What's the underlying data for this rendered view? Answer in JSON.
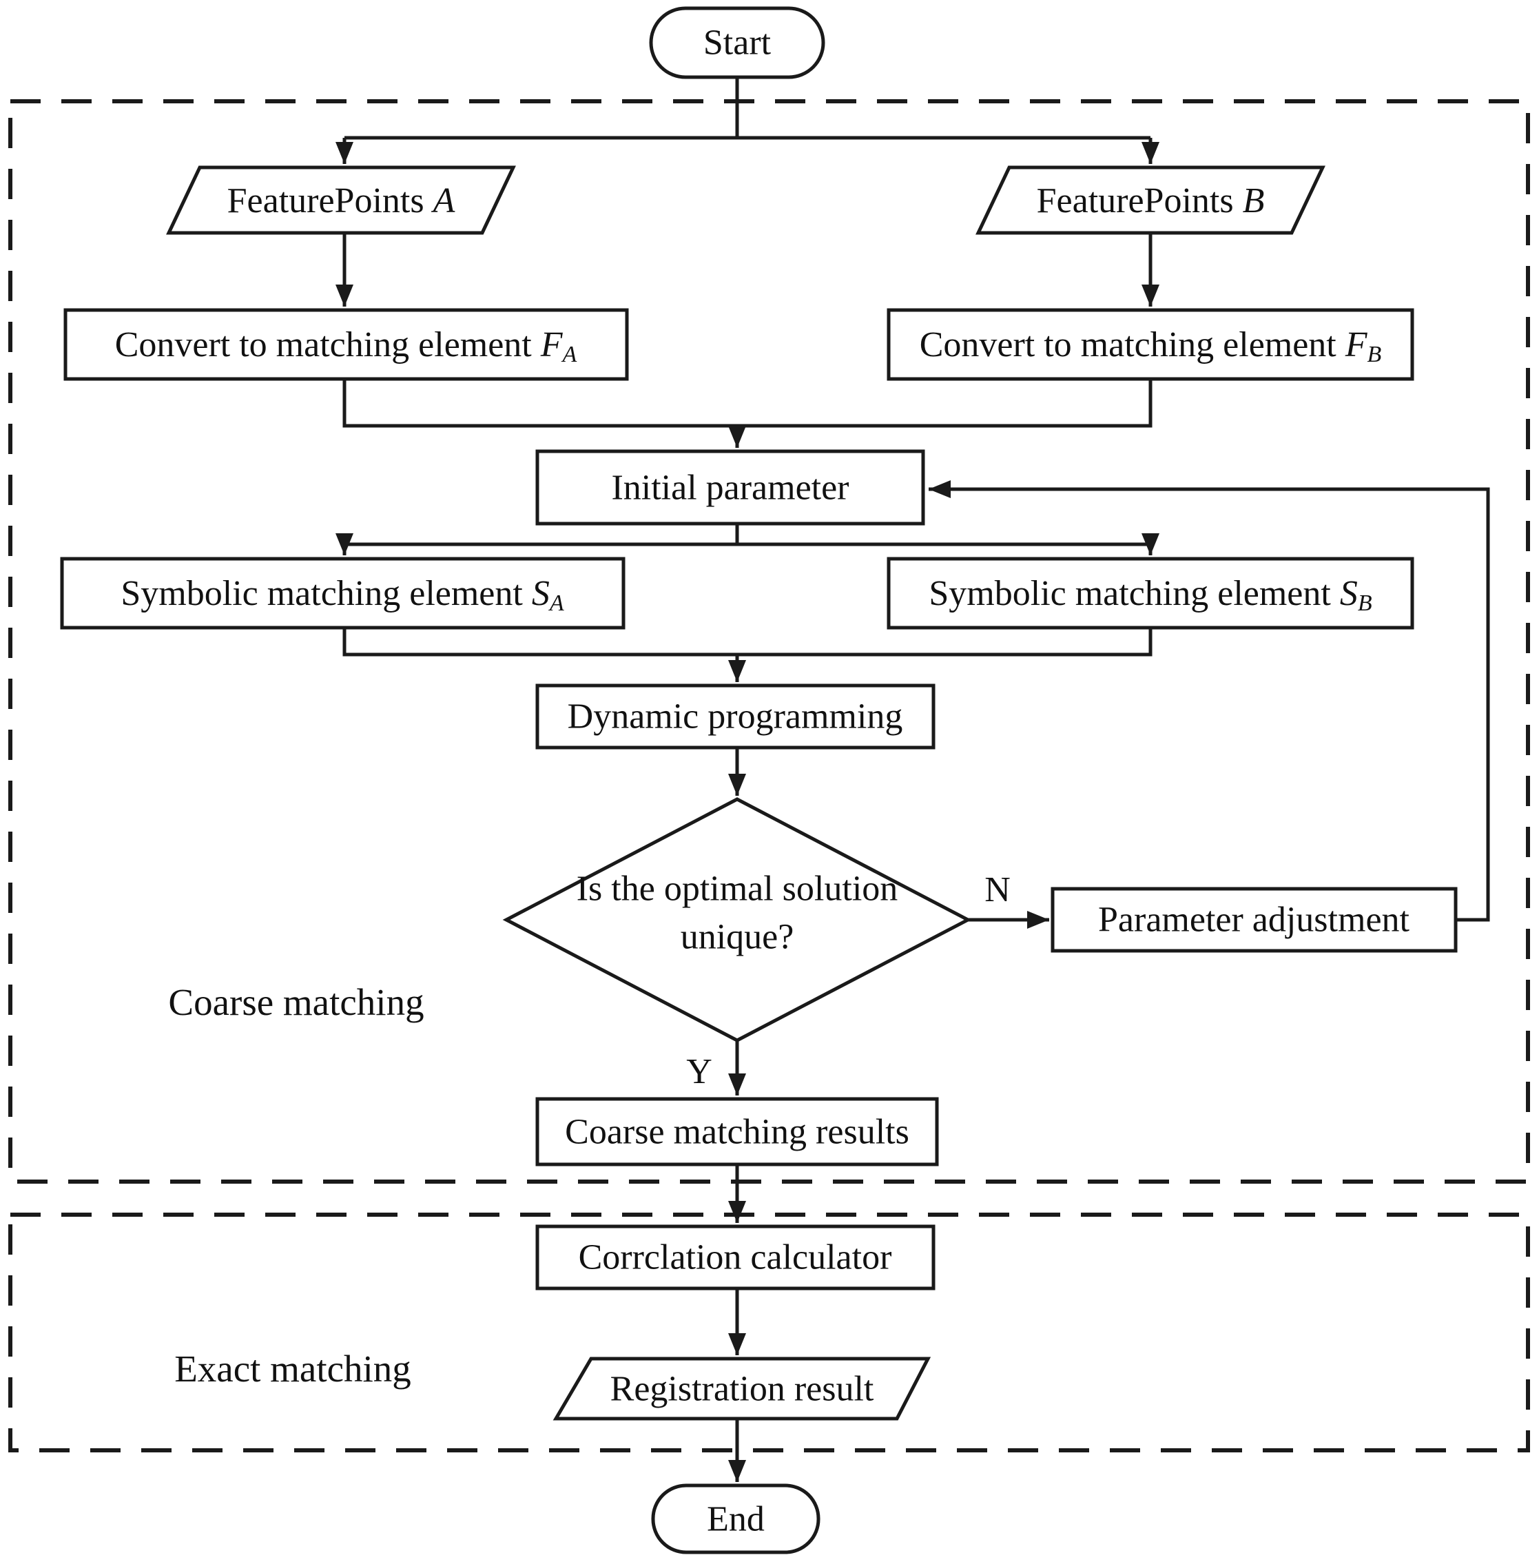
{
  "diagram": {
    "background_color": "#ffffff",
    "line_color": "#1a1a1a",
    "sections": {
      "coarse": {
        "label": "Coarse matching"
      },
      "exact": {
        "label": "Exact matching"
      }
    },
    "nodes": {
      "start": {
        "type": "terminator",
        "label": "Start"
      },
      "feature_a": {
        "type": "data",
        "text": "FeaturePoints ",
        "var": "A"
      },
      "feature_b": {
        "type": "data",
        "text": "FeaturePoints ",
        "var": "B"
      },
      "convert_a": {
        "type": "process",
        "text": "Convert to matching element ",
        "var": "F",
        "sub": "A"
      },
      "convert_b": {
        "type": "process",
        "text": "Convert to matching element ",
        "var": "F",
        "sub": "B"
      },
      "initial_parameter": {
        "type": "process",
        "label": "Initial parameter"
      },
      "symbolic_a": {
        "type": "process",
        "text": "Symbolic matching element ",
        "var": "S",
        "sub": "A"
      },
      "symbolic_b": {
        "type": "process",
        "text": "Symbolic matching element ",
        "var": "S",
        "sub": "B"
      },
      "dynamic_programming": {
        "type": "process",
        "label": "Dynamic programming"
      },
      "decision": {
        "type": "decision",
        "line1": "Is the optimal solution",
        "line2": "unique?"
      },
      "parameter_adjustment": {
        "type": "process",
        "label": "Parameter adjustment"
      },
      "coarse_results": {
        "type": "process",
        "label": "Coarse matching results"
      },
      "correlation_calculator": {
        "type": "process",
        "label": "Corrclation calculator"
      },
      "registration_result": {
        "type": "data",
        "label": "Registration result"
      },
      "end": {
        "type": "terminator",
        "label": "End"
      }
    },
    "branch_labels": {
      "no": "N",
      "yes": "Y"
    }
  }
}
